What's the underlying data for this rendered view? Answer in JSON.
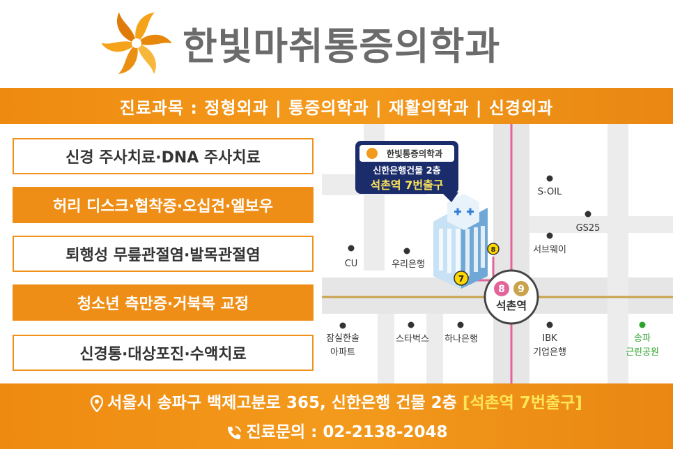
{
  "header": {
    "brand_name": "한빛마취통증의학과"
  },
  "departments": "진료과목 : 정형외과 | 통증의학과 | 재활의학과 | 신경외과",
  "treatments": [
    "신경 주사치료·DNA 주사치료",
    "허리 디스크·협착증·오십견·엘보우",
    "퇴행성 무릎관절염·발목관절염",
    "청소년 측만증·거북목 교정",
    "신경통·대상포진·수액치료"
  ],
  "map": {
    "clinic_sign": "한빛통증의학과",
    "building": "신한은행건물 2층",
    "exit": "석촌역 7번출구",
    "station": "석촌역",
    "line_8": "8",
    "line_9": "9",
    "exit_7": "7",
    "exit_8": "8",
    "places": {
      "soil": "S-OIL",
      "gs25": "GS25",
      "subway": "서브웨이",
      "cu": "CU",
      "woori": "우리은행",
      "jamsil_1": "잠실한솔",
      "jamsil_2": "아파트",
      "starbucks": "스타벅스",
      "hana": "하나은행",
      "ibk_1": "IBK",
      "ibk_2": "기업은행",
      "park_1": "송파",
      "park_2": "근린공원"
    }
  },
  "footer": {
    "address_main": "서울시 송파구 백제고분로 365, 신한은행 건물 2층 ",
    "address_highlight": "[석촌역 7번출구]",
    "phone": "진료문의 : 02-2138-2048"
  },
  "colors": {
    "orange": "#ef8e16",
    "gray_text": "#6b6b6b",
    "road": "#e6e6e6",
    "subway_line_9": "#c9a24a",
    "subway_line_8": "#e2649a",
    "navy": "#1b2c6b",
    "highlight_yellow": "#ffe55a",
    "park_green": "#2aa32a"
  },
  "icons": [
    "pinwheel-logo-icon",
    "map-pin-icon",
    "phone-icon",
    "hospital-building-icon"
  ]
}
